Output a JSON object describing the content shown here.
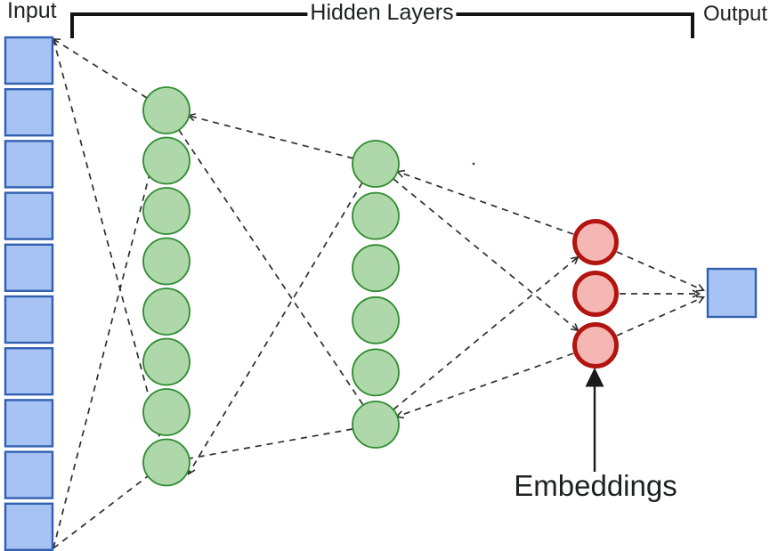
{
  "diagram": {
    "labels": {
      "input": "Input",
      "hidden_layers": "Hidden Layers",
      "output": "Output",
      "embeddings": "Embeddings"
    },
    "layers": [
      {
        "id": "input",
        "shape": "square",
        "count": 10,
        "fill": "#a6c3f3",
        "stroke": "#3160b0"
      },
      {
        "id": "hidden1",
        "shape": "circle",
        "count": 8,
        "fill": "#aed8aa",
        "stroke": "#2e8b30"
      },
      {
        "id": "hidden2",
        "shape": "circle",
        "count": 6,
        "fill": "#aed8aa",
        "stroke": "#2e8b30"
      },
      {
        "id": "embeddings",
        "shape": "circle",
        "count": 3,
        "fill": "#f5b7b3",
        "stroke": "#b2140f"
      },
      {
        "id": "output",
        "shape": "square",
        "count": 1,
        "fill": "#a6c3f3",
        "stroke": "#3160b0"
      }
    ],
    "colors": {
      "connection": "#2e2e2e",
      "bracket": "#141414",
      "arrow": "#1a1a1a",
      "text": "#202124",
      "background": "#ffffff"
    }
  }
}
